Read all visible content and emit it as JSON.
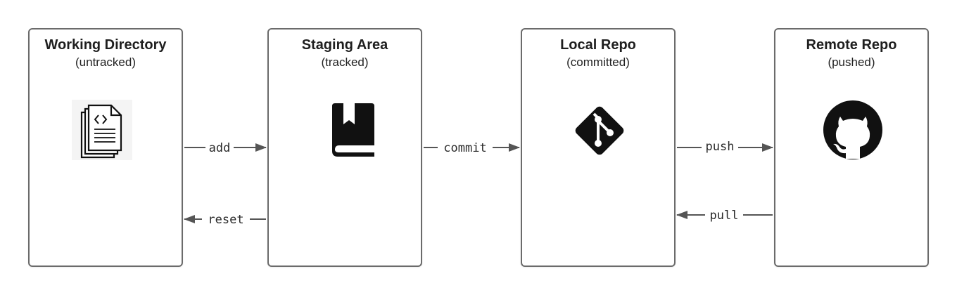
{
  "stages": [
    {
      "title": "Working Directory",
      "subtitle": "(untracked)",
      "icon": "document-code-icon"
    },
    {
      "title": "Staging Area",
      "subtitle": "(tracked)",
      "icon": "bookmark-book-icon"
    },
    {
      "title": "Local Repo",
      "subtitle": "(committed)",
      "icon": "git-logo-icon"
    },
    {
      "title": "Remote Repo",
      "subtitle": "(pushed)",
      "icon": "github-logo-icon"
    }
  ],
  "edges": [
    {
      "label": "add",
      "from": "Working Directory",
      "to": "Staging Area"
    },
    {
      "label": "reset",
      "from": "Staging Area",
      "to": "Working Directory"
    },
    {
      "label": "commit",
      "from": "Staging Area",
      "to": "Local Repo"
    },
    {
      "label": "push",
      "from": "Local Repo",
      "to": "Remote Repo"
    },
    {
      "label": "pull",
      "from": "Remote Repo",
      "to": "Local Repo"
    }
  ],
  "colors": {
    "border": "#6b6b6b",
    "connector": "#555555",
    "icon": "#111111"
  }
}
